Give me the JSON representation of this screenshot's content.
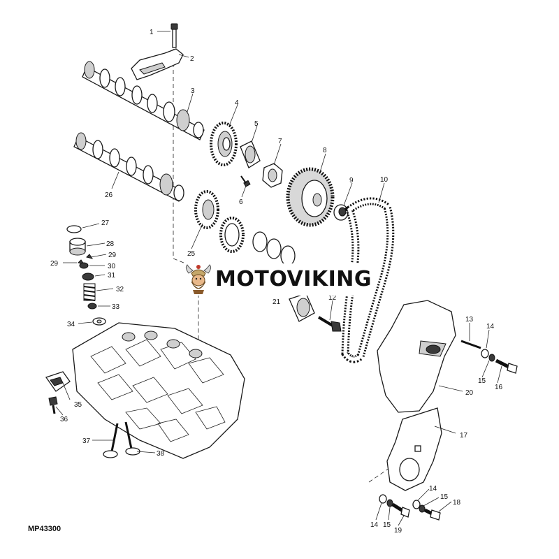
{
  "brand": {
    "name": "MOTOVIKING",
    "logo_icon": "viking-mascot-icon"
  },
  "diagram_code": "MP43300",
  "callouts": [
    {
      "id": "c1",
      "text": "1"
    },
    {
      "id": "c2",
      "text": "2"
    },
    {
      "id": "c3",
      "text": "3"
    },
    {
      "id": "c4",
      "text": "4"
    },
    {
      "id": "c5",
      "text": "5"
    },
    {
      "id": "c6",
      "text": "6"
    },
    {
      "id": "c7",
      "text": "7"
    },
    {
      "id": "c8",
      "text": "8"
    },
    {
      "id": "c9",
      "text": "9"
    },
    {
      "id": "c10",
      "text": "10"
    },
    {
      "id": "c12",
      "text": "12"
    },
    {
      "id": "c13",
      "text": "13"
    },
    {
      "id": "c14a",
      "text": "14"
    },
    {
      "id": "c15a",
      "text": "15"
    },
    {
      "id": "c16",
      "text": "16"
    },
    {
      "id": "c17",
      "text": "17"
    },
    {
      "id": "c20",
      "text": "20"
    },
    {
      "id": "c14b",
      "text": "14"
    },
    {
      "id": "c15b",
      "text": "15"
    },
    {
      "id": "c18",
      "text": "18"
    },
    {
      "id": "c14c",
      "text": "14"
    },
    {
      "id": "c15c",
      "text": "15"
    },
    {
      "id": "c19",
      "text": "19"
    },
    {
      "id": "c21",
      "text": "21"
    },
    {
      "id": "c25",
      "text": "25"
    },
    {
      "id": "c26",
      "text": "26"
    },
    {
      "id": "c27",
      "text": "27"
    },
    {
      "id": "c28",
      "text": "28"
    },
    {
      "id": "c29a",
      "text": "29"
    },
    {
      "id": "c29b",
      "text": "29"
    },
    {
      "id": "c30",
      "text": "30"
    },
    {
      "id": "c31",
      "text": "31"
    },
    {
      "id": "c32",
      "text": "32"
    },
    {
      "id": "c33",
      "text": "33"
    },
    {
      "id": "c34",
      "text": "34"
    },
    {
      "id": "c35",
      "text": "35"
    },
    {
      "id": "c36",
      "text": "36"
    },
    {
      "id": "c37",
      "text": "37"
    },
    {
      "id": "c38",
      "text": "38"
    }
  ]
}
